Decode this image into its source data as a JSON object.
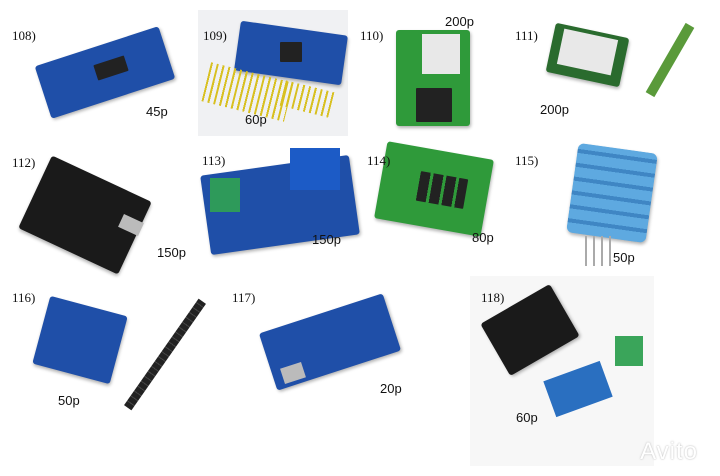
{
  "items": [
    {
      "label": "108)",
      "price": "45p"
    },
    {
      "label": "109)",
      "price": "60p"
    },
    {
      "label": "110)",
      "price": "200p"
    },
    {
      "label": "111)",
      "price": "200p"
    },
    {
      "label": "112)",
      "price": "150p"
    },
    {
      "label": "113)",
      "price": "150p"
    },
    {
      "label": "114)",
      "price": "80p"
    },
    {
      "label": "115)",
      "price": "50p"
    },
    {
      "label": "116)",
      "price": "50p"
    },
    {
      "label": "117)",
      "price": "20p"
    },
    {
      "label": "118)",
      "price": "60p"
    }
  ],
  "watermark": "Avito",
  "colors": {
    "blue_pcb": "#1f4fa8",
    "green_pcb": "#2f9a3a",
    "black_pcb": "#1a1a1a",
    "sensor_blue": "#5ea9e0"
  }
}
